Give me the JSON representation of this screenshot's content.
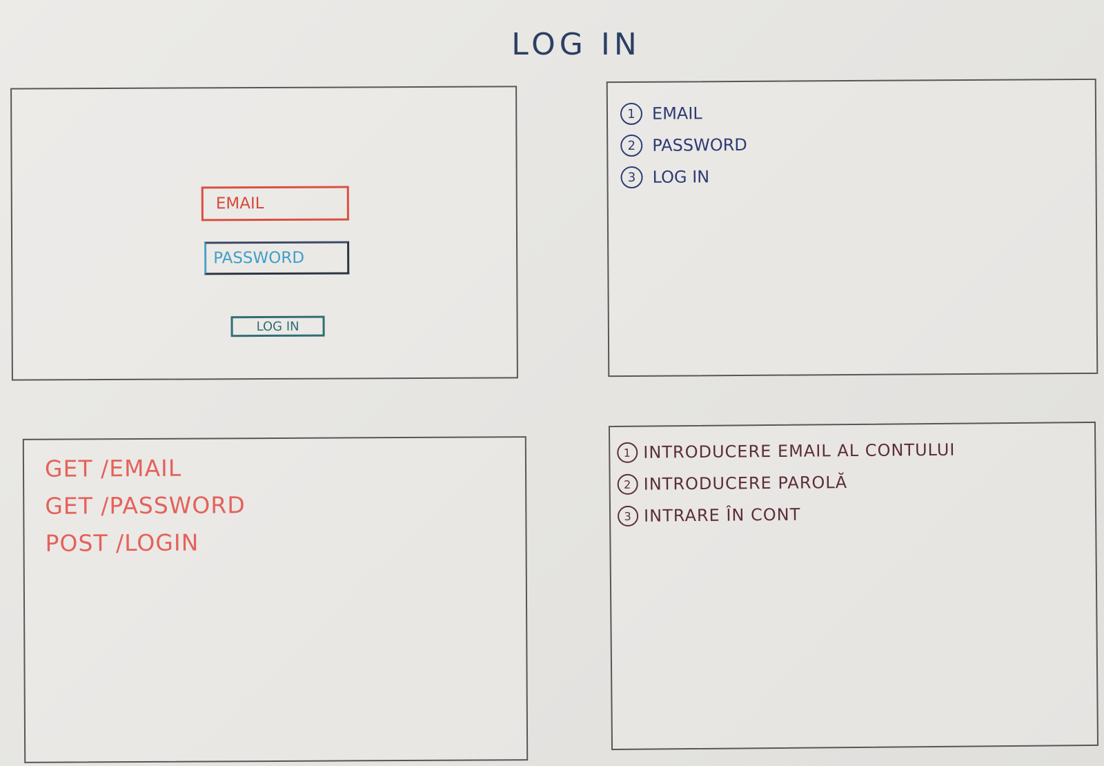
{
  "title": "LOG IN",
  "mockup": {
    "email_field": "EMAIL",
    "password_field": "PASSWORD",
    "login_button": "LOG IN"
  },
  "steps": [
    {
      "num": "1",
      "label": "EMAIL"
    },
    {
      "num": "2",
      "label": "PASSWORD"
    },
    {
      "num": "3",
      "label": "LOG IN"
    }
  ],
  "api": [
    {
      "text": "GET /EMAIL"
    },
    {
      "text": "GET /PASSWORD"
    },
    {
      "text": "POST /LOGIN"
    }
  ],
  "descriptions": [
    {
      "num": "1",
      "text": "INTRODUCERE EMAIL AL CONTULUI"
    },
    {
      "num": "2",
      "text": "INTRODUCERE PAROLĂ"
    },
    {
      "num": "3",
      "text": "INTRARE ÎN CONT"
    }
  ],
  "colors": {
    "title": "#2c3f63",
    "email_field": "#d9503f",
    "password_field": "#3f9fc7",
    "login_button": "#2f6e74",
    "steps": "#2d3b74",
    "api": "#e5615a",
    "descriptions": "#5b2e37",
    "panel_border": "#5a5456"
  }
}
